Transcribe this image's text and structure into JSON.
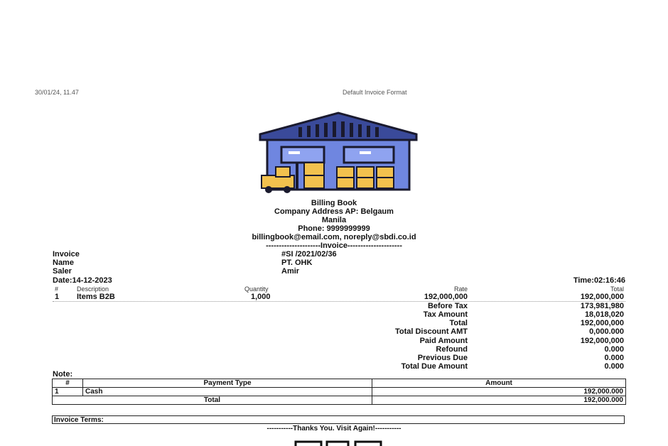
{
  "print_header": {
    "left": "30/01/24, 11.47",
    "center": "Default Invoice Format"
  },
  "company": {
    "name": "Billing Book",
    "address": "Company Address AP: Belgaum",
    "city": "Manila",
    "phone": "Phone: 9999999999",
    "emails": "billingbook@email.com, noreply@sbdi.co.id"
  },
  "invoice_title": "---------------------Invoice---------------------",
  "details": [
    {
      "label": "Invoice",
      "value": "#SI /2021/02/36"
    },
    {
      "label": "Name",
      "value": "PT. OHK"
    },
    {
      "label": "Saler",
      "value": "Amir"
    }
  ],
  "date": "Date:14-12-2023",
  "time": "Time:02:16:46",
  "items_header": {
    "no": "#",
    "description": "Description",
    "quantity": "Quantity",
    "rate": "Rate",
    "total": "Total"
  },
  "items": [
    {
      "no": "1",
      "description": "Items B2B",
      "quantity": "1,000",
      "rate": "192,000,000",
      "total": "192,000,000"
    }
  ],
  "summary": [
    {
      "label": "Before Tax",
      "value": "173,981,980"
    },
    {
      "label": "Tax Amount",
      "value": "18,018,020"
    },
    {
      "label": "Total",
      "value": "192,000,000"
    },
    {
      "label": "Total Discount AMT",
      "value": "0,000.000"
    },
    {
      "label": "Paid Amount",
      "value": "192,000,000"
    },
    {
      "label": "Refound",
      "value": "0.000"
    },
    {
      "label": "Previous Due",
      "value": "0.000"
    },
    {
      "label": "Total Due Amount",
      "value": "0.000"
    }
  ],
  "note_label": "Note:",
  "payments": {
    "headers": {
      "no": "#",
      "type": "Payment Type",
      "amount": "Amount"
    },
    "rows": [
      {
        "no": "1",
        "type": "Cash",
        "amount": "192,000.000"
      }
    ],
    "total_label": "Total",
    "total_value": "192,000.000"
  },
  "terms_label": "Invoice Terms:",
  "thanks": "-----------Thanks You. Visit Again!-----------",
  "colors": {
    "roof": "#3a4a9a",
    "wall": "#6f86e0",
    "box": "#f2c14e",
    "outline": "#1a1a2e"
  },
  "icons": {
    "logo": "warehouse-logo-icon"
  }
}
